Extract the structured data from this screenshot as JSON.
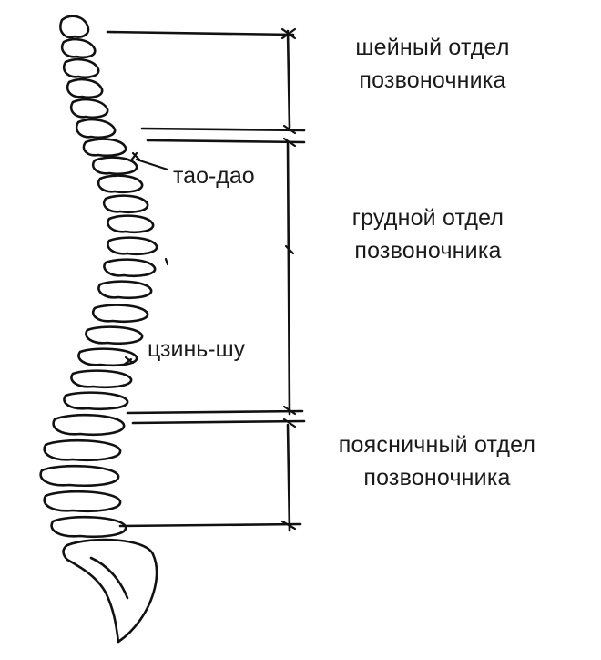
{
  "labels": {
    "cervical": {
      "line1": "шейный отдел",
      "line2": "позвоночника"
    },
    "thoracic": {
      "line1": "грудной отдел",
      "line2": "позвоночника"
    },
    "lumbar": {
      "line1": "поясничный отдел",
      "line2": "позвоночника"
    }
  },
  "points": {
    "tao_dao": "тао-дао",
    "tszin_shu": "цзинь-шу"
  },
  "colors": {
    "ink": "#111111",
    "background": "#ffffff"
  }
}
